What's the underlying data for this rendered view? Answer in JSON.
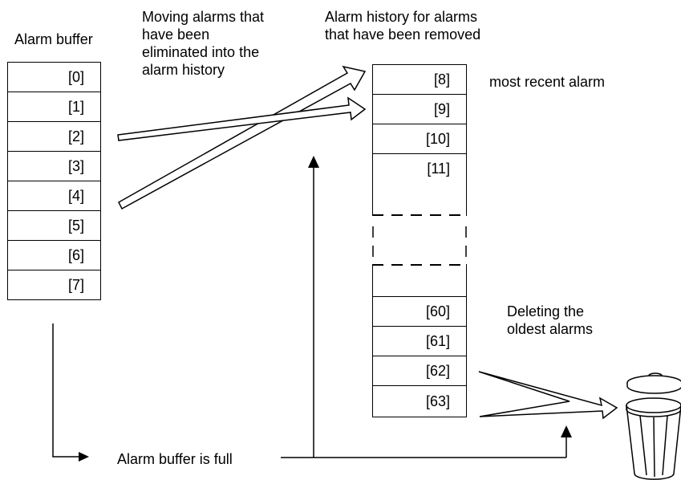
{
  "labels": {
    "alarm_buffer": "Alarm buffer",
    "moving": [
      "Moving alarms that",
      "have been",
      "eliminated into the",
      "alarm history"
    ],
    "history_title": [
      "Alarm history for alarms",
      "that have been removed"
    ],
    "most_recent": "most recent alarm",
    "deleting": [
      "Deleting the",
      "oldest alarms"
    ],
    "buffer_full": "Alarm buffer is full"
  },
  "buffer_cells": [
    "[0]",
    "[1]",
    "[2]",
    "[3]",
    "[4]",
    "[5]",
    "[6]",
    "[7]"
  ],
  "history_top_cells": [
    "[8]",
    "[9]",
    "[10]",
    "[11]"
  ],
  "history_bottom_cells": [
    "[60]",
    "[61]",
    "[62]",
    "[63]"
  ],
  "icons": {
    "trash": "trash-can-icon"
  },
  "colors": {
    "stroke": "#000000",
    "background": "#ffffff"
  }
}
